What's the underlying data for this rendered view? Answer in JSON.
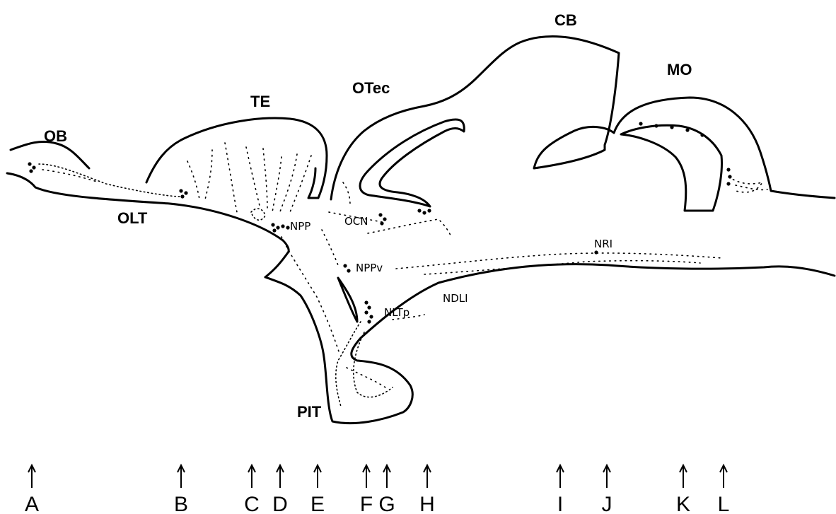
{
  "regions": [
    "OB",
    "TE",
    "OTec",
    "CB",
    "MO",
    "OLT",
    "PIT"
  ],
  "nuclei": [
    "NPP",
    "OCN",
    "NPPv",
    "NRI",
    "NLTp",
    "NDLI"
  ],
  "sections": [
    "A",
    "B",
    "C",
    "D",
    "E",
    "F",
    "G",
    "H",
    "I",
    "J",
    "K",
    "L"
  ]
}
